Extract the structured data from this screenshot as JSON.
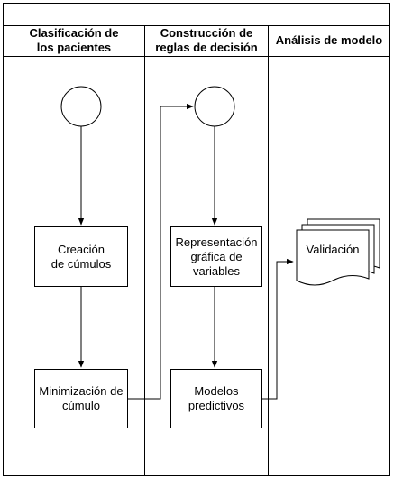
{
  "lanes": [
    {
      "title": "Clasificación de\nlos pacientes"
    },
    {
      "title": "Construcción de\nreglas de decisión"
    },
    {
      "title": "Análisis de modelo"
    }
  ],
  "nodes": {
    "creacion": "Creación\nde cúmulos",
    "minimizacion": "Minimización de\ncúmulo",
    "representacion": "Representación\ngráfica de\nvariables",
    "modelos": "Modelos\npredictivos",
    "validacion": "Validación"
  }
}
